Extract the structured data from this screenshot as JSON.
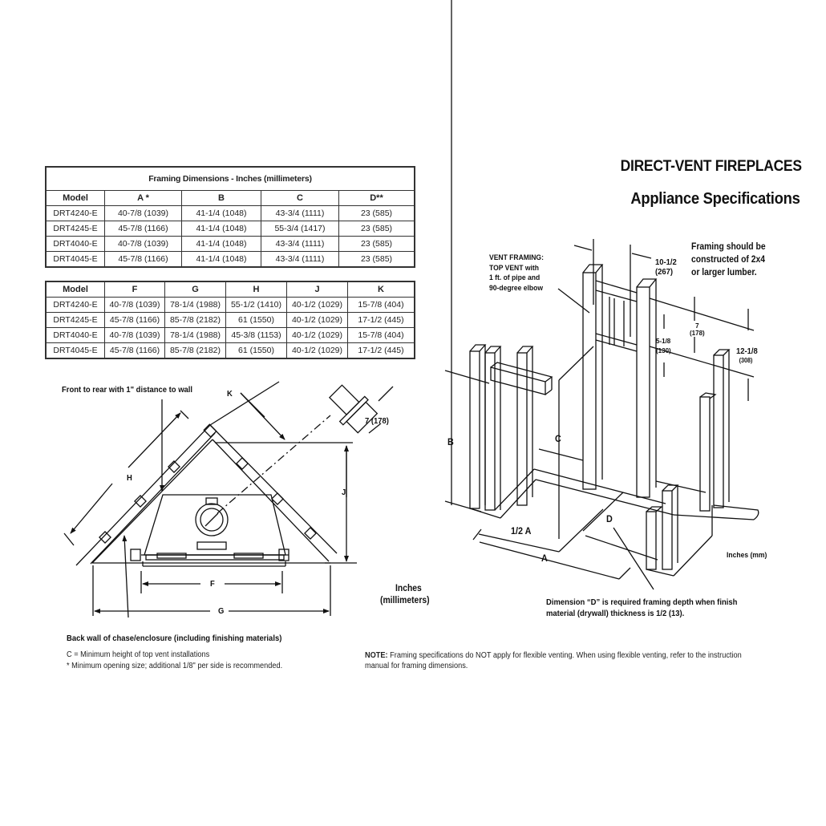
{
  "header": {
    "title": "DIRECT-VENT FIREPLACES",
    "subtitle": "Appliance Specifications"
  },
  "table1": {
    "caption": "Framing Dimensions - Inches (millimeters)",
    "columns": [
      "Model",
      "A *",
      "B",
      "C",
      "D**"
    ],
    "rows": [
      [
        "DRT4240-E",
        "40-7/8 (1039)",
        "41-1/4 (1048)",
        "43-3/4 (1111)",
        "23 (585)"
      ],
      [
        "DRT4245-E",
        "45-7/8 (1166)",
        "41-1/4 (1048)",
        "55-3/4 (1417)",
        "23 (585)"
      ],
      [
        "DRT4040-E",
        "40-7/8 (1039)",
        "41-1/4 (1048)",
        "43-3/4 (1111)",
        "23 (585)"
      ],
      [
        "DRT4045-E",
        "45-7/8 (1166)",
        "41-1/4 (1048)",
        "43-3/4 (1111)",
        "23 (585)"
      ]
    ]
  },
  "table2": {
    "columns": [
      "Model",
      "F",
      "G",
      "H",
      "J",
      "K"
    ],
    "rows": [
      [
        "DRT4240-E",
        "40-7/8 (1039)",
        "78-1/4 (1988)",
        "55-1/2 (1410)",
        "40-1/2 (1029)",
        "15-7/8 (404)"
      ],
      [
        "DRT4245-E",
        "45-7/8 (1166)",
        "85-7/8 (2182)",
        "61 (1550)",
        "40-1/2 (1029)",
        "17-1/2 (445)"
      ],
      [
        "DRT4040-E",
        "40-7/8 (1039)",
        "78-1/4 (1988)",
        "45-3/8 (1153)",
        "40-1/2 (1029)",
        "15-7/8 (404)"
      ],
      [
        "DRT4045-E",
        "45-7/8 (1166)",
        "85-7/8 (2182)",
        "61 (1550)",
        "40-1/2 (1029)",
        "17-1/2 (445)"
      ]
    ]
  },
  "corner_diagram": {
    "front_to_rear_label": "Front to rear with 1\" distance to wall",
    "dim_k": "K",
    "dim_h": "H",
    "dim_j": "J",
    "dim_f": "F",
    "dim_g": "G",
    "vent_offset": "7 (178)",
    "back_wall_label": "Back wall of chase/enclosure (including finishing materials)",
    "units_line1": "Inches",
    "units_line2": "(millimeters)"
  },
  "footnotes": {
    "c_note": "C = Minimum height of top vent installations",
    "star_note": "* Minimum opening size; additional 1/8\" per side is recommended."
  },
  "framing_diagram": {
    "vent_framing_lines": [
      "VENT FRAMING:",
      "TOP VENT with",
      "1 ft. of pipe and",
      "90-degree elbow"
    ],
    "width_dim": "10-1/2",
    "width_dim_mm": "(267)",
    "lumber_note_lines": [
      "Framing should be",
      "constructed of  2x4",
      "or larger lumber."
    ],
    "dim_7": "7",
    "dim_7_mm": "(178)",
    "dim_5_1_8": "5-1/8",
    "dim_5_1_8_mm": "(130)",
    "dim_12_1_8": "12-1/8",
    "dim_12_1_8_mm": "(308)",
    "dim_b": "B",
    "dim_c": "C",
    "dim_d": "D",
    "dim_a": "A",
    "dim_half_a": "1/2 A",
    "units": "Inches (mm)",
    "d_note_lines": [
      "Dimension “D” is required framing depth when finish",
      "material (drywall) thickness is 1/2 (13)."
    ]
  },
  "note": {
    "label": "NOTE:",
    "text_line1": " Framing specifications do NOT apply for flexible venting. When using flexible venting, refer to the instruction",
    "text_line2": "manual for framing dimensions."
  }
}
